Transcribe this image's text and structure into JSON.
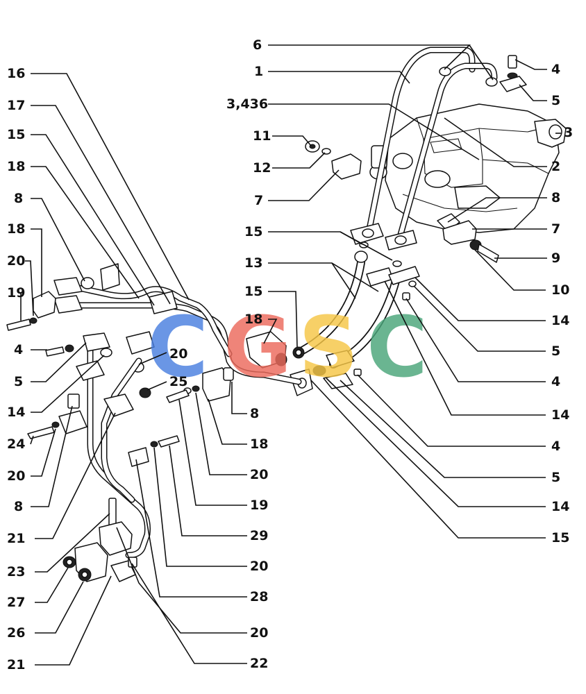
{
  "diagram": {
    "watermark": {
      "letters": [
        {
          "char": "C",
          "color": "#4a7fe0"
        },
        {
          "char": "G",
          "color": "#ec6a5c"
        },
        {
          "char": "S",
          "color": "#f6c646"
        },
        {
          "char": "C",
          "color": "#4aa57a"
        }
      ]
    },
    "labels": {
      "right": [
        "6",
        "1",
        "3,436",
        "11",
        "12",
        "7",
        "15",
        "13",
        "15",
        "18",
        "4",
        "5",
        "3",
        "2",
        "8",
        "7",
        "9",
        "10",
        "14",
        "5",
        "4",
        "14",
        "4",
        "5",
        "14",
        "15"
      ],
      "left": [
        "16",
        "17",
        "15",
        "18",
        "8",
        "18",
        "20",
        "19",
        "4",
        "5",
        "14",
        "24",
        "20",
        "8",
        "21",
        "23",
        "27",
        "26",
        "21"
      ],
      "center": [
        "20",
        "25",
        "8",
        "18",
        "20",
        "19",
        "29",
        "20",
        "28",
        "20",
        "22"
      ]
    }
  }
}
